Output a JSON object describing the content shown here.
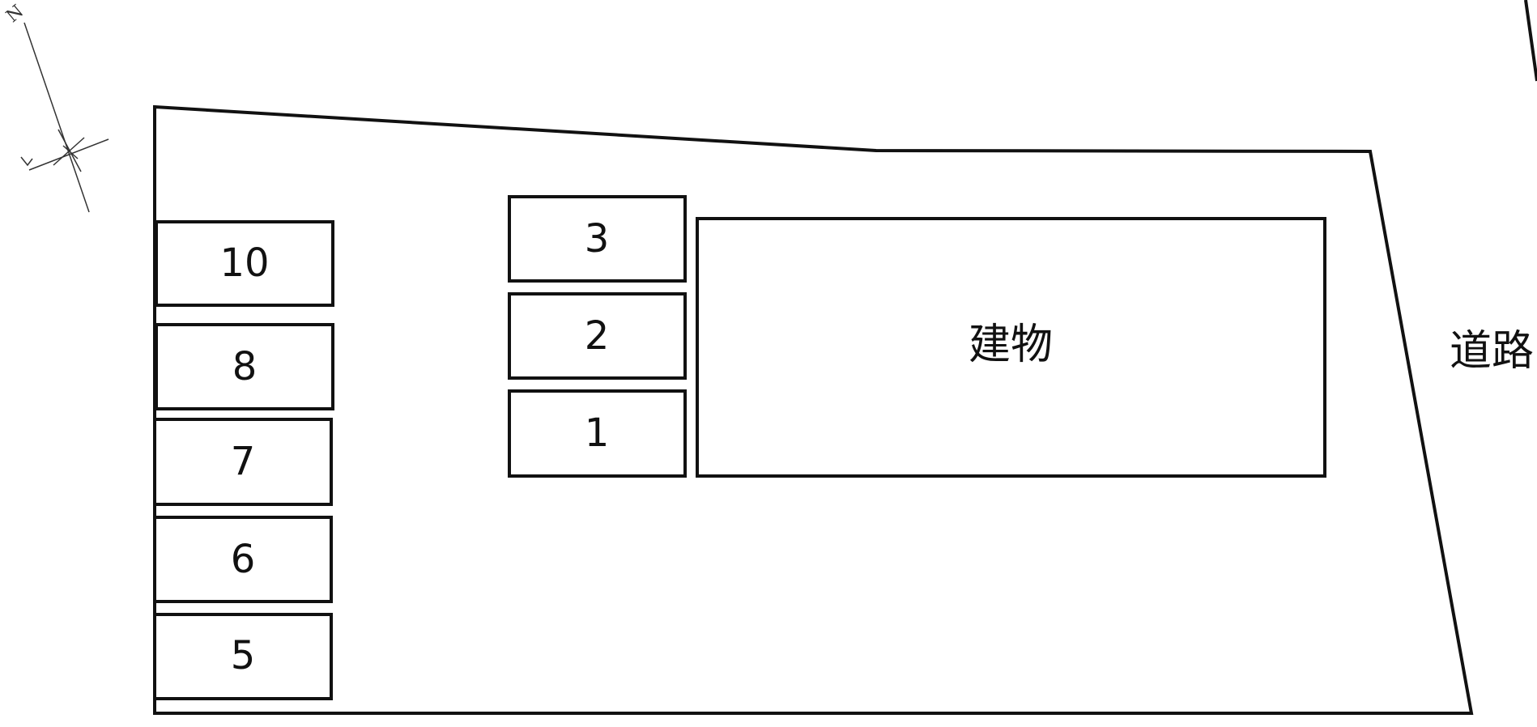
{
  "map": {
    "compass": {
      "north_letter": "N",
      "icon": "north-arrow-icon"
    },
    "building": {
      "label": "建物"
    },
    "road": {
      "label": "道路"
    },
    "parking_spaces": [
      {
        "number": "10"
      },
      {
        "number": "8"
      },
      {
        "number": "7"
      },
      {
        "number": "6"
      },
      {
        "number": "5"
      },
      {
        "number": "3"
      },
      {
        "number": "2"
      },
      {
        "number": "1"
      }
    ],
    "colors": {
      "line": "#111111",
      "background": "#ffffff"
    }
  }
}
